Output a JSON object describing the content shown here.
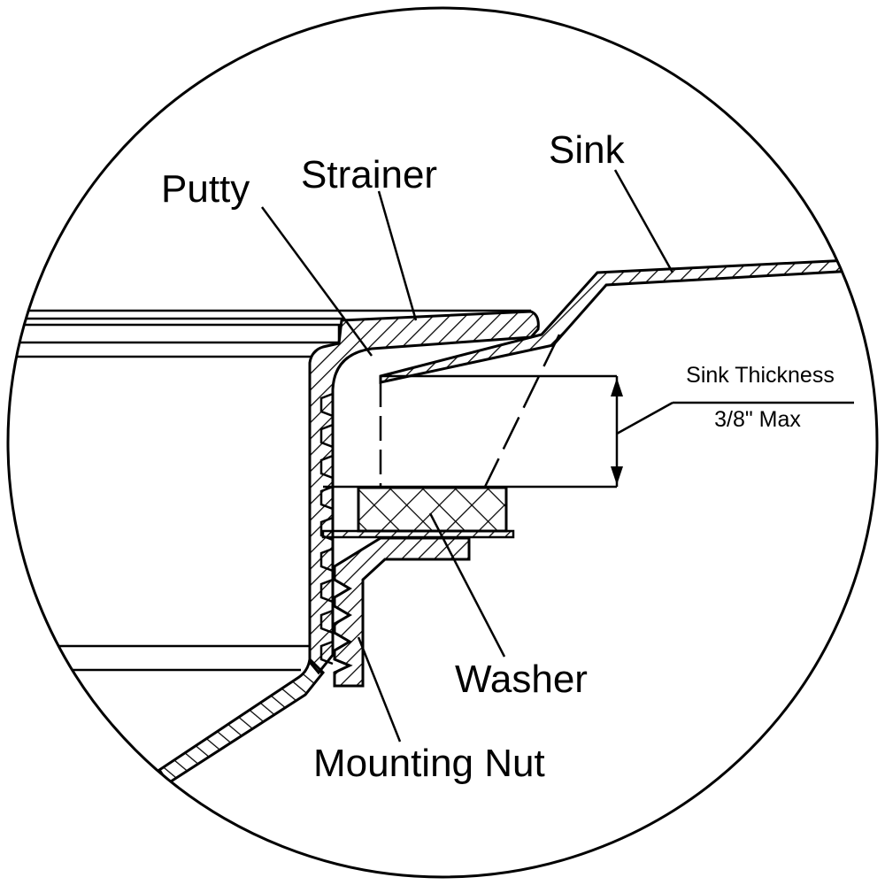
{
  "labels": {
    "sink": "Sink",
    "strainer": "Strainer",
    "putty": "Putty",
    "washer": "Washer",
    "mounting_nut": "Mounting Nut"
  },
  "dimension": {
    "title": "Sink Thickness",
    "value": "3/8\" Max"
  },
  "colors": {
    "line": "#000000",
    "background": "#ffffff"
  }
}
